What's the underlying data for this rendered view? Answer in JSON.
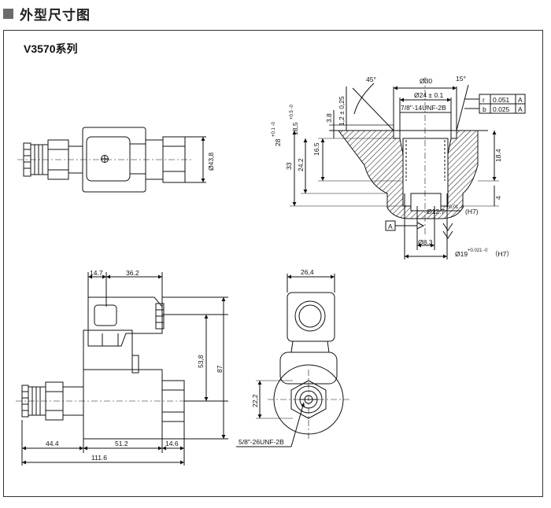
{
  "heading": "外型尺寸图",
  "series_title": "V3570系列",
  "front_view": {
    "diameter": "Ø43,8"
  },
  "port_section": {
    "angle_left": "45°",
    "diameter_top": "Ø30",
    "angle_right": "15°",
    "diameter_thread": "Ø24 ± 0.1",
    "thread": "7/8\"-14UNF-2B",
    "dim_1_2": "1,2 ± 0,25",
    "dim_3_8": "3.8",
    "dim_28": "28",
    "dim_28_tol": "+0.1 -0",
    "dim_18_5": "18,5",
    "dim_18_5_tol": "+0.5 -0",
    "dim_16_5": "16.5",
    "dim_24_2": "24.2",
    "dim_33": "33",
    "dim_18_4": "18.4",
    "dim_4": "4",
    "dim_8_3": "Ø8.3",
    "dim_bore_small": "Ø12.7",
    "dim_bore_small_tol": "+0.01 -0",
    "dim_bore_small_fit": "(H7)",
    "dim_bore_large": "Ø19",
    "dim_bore_large_tol": "+0.021 -0",
    "dim_bore_large_fit": "（H7）",
    "datum": "A",
    "tolerance_rows": [
      {
        "symbol": "r",
        "value": "0.051",
        "datum": "A"
      },
      {
        "symbol": "b",
        "value": "0.025",
        "datum": "A"
      }
    ]
  },
  "side_view": {
    "dim_14_7": "14.7",
    "dim_36_2": "36.2",
    "dim_53_8": "53,8",
    "dim_87": "87",
    "dim_44_4": "44.4",
    "dim_51_2": "51.2",
    "dim_14_6": "14.6",
    "dim_111_6": "111.6"
  },
  "end_view": {
    "dim_26_4": "26,4",
    "dim_22_2": "22,2",
    "thread": "5/8\"-26UNF-2B"
  }
}
